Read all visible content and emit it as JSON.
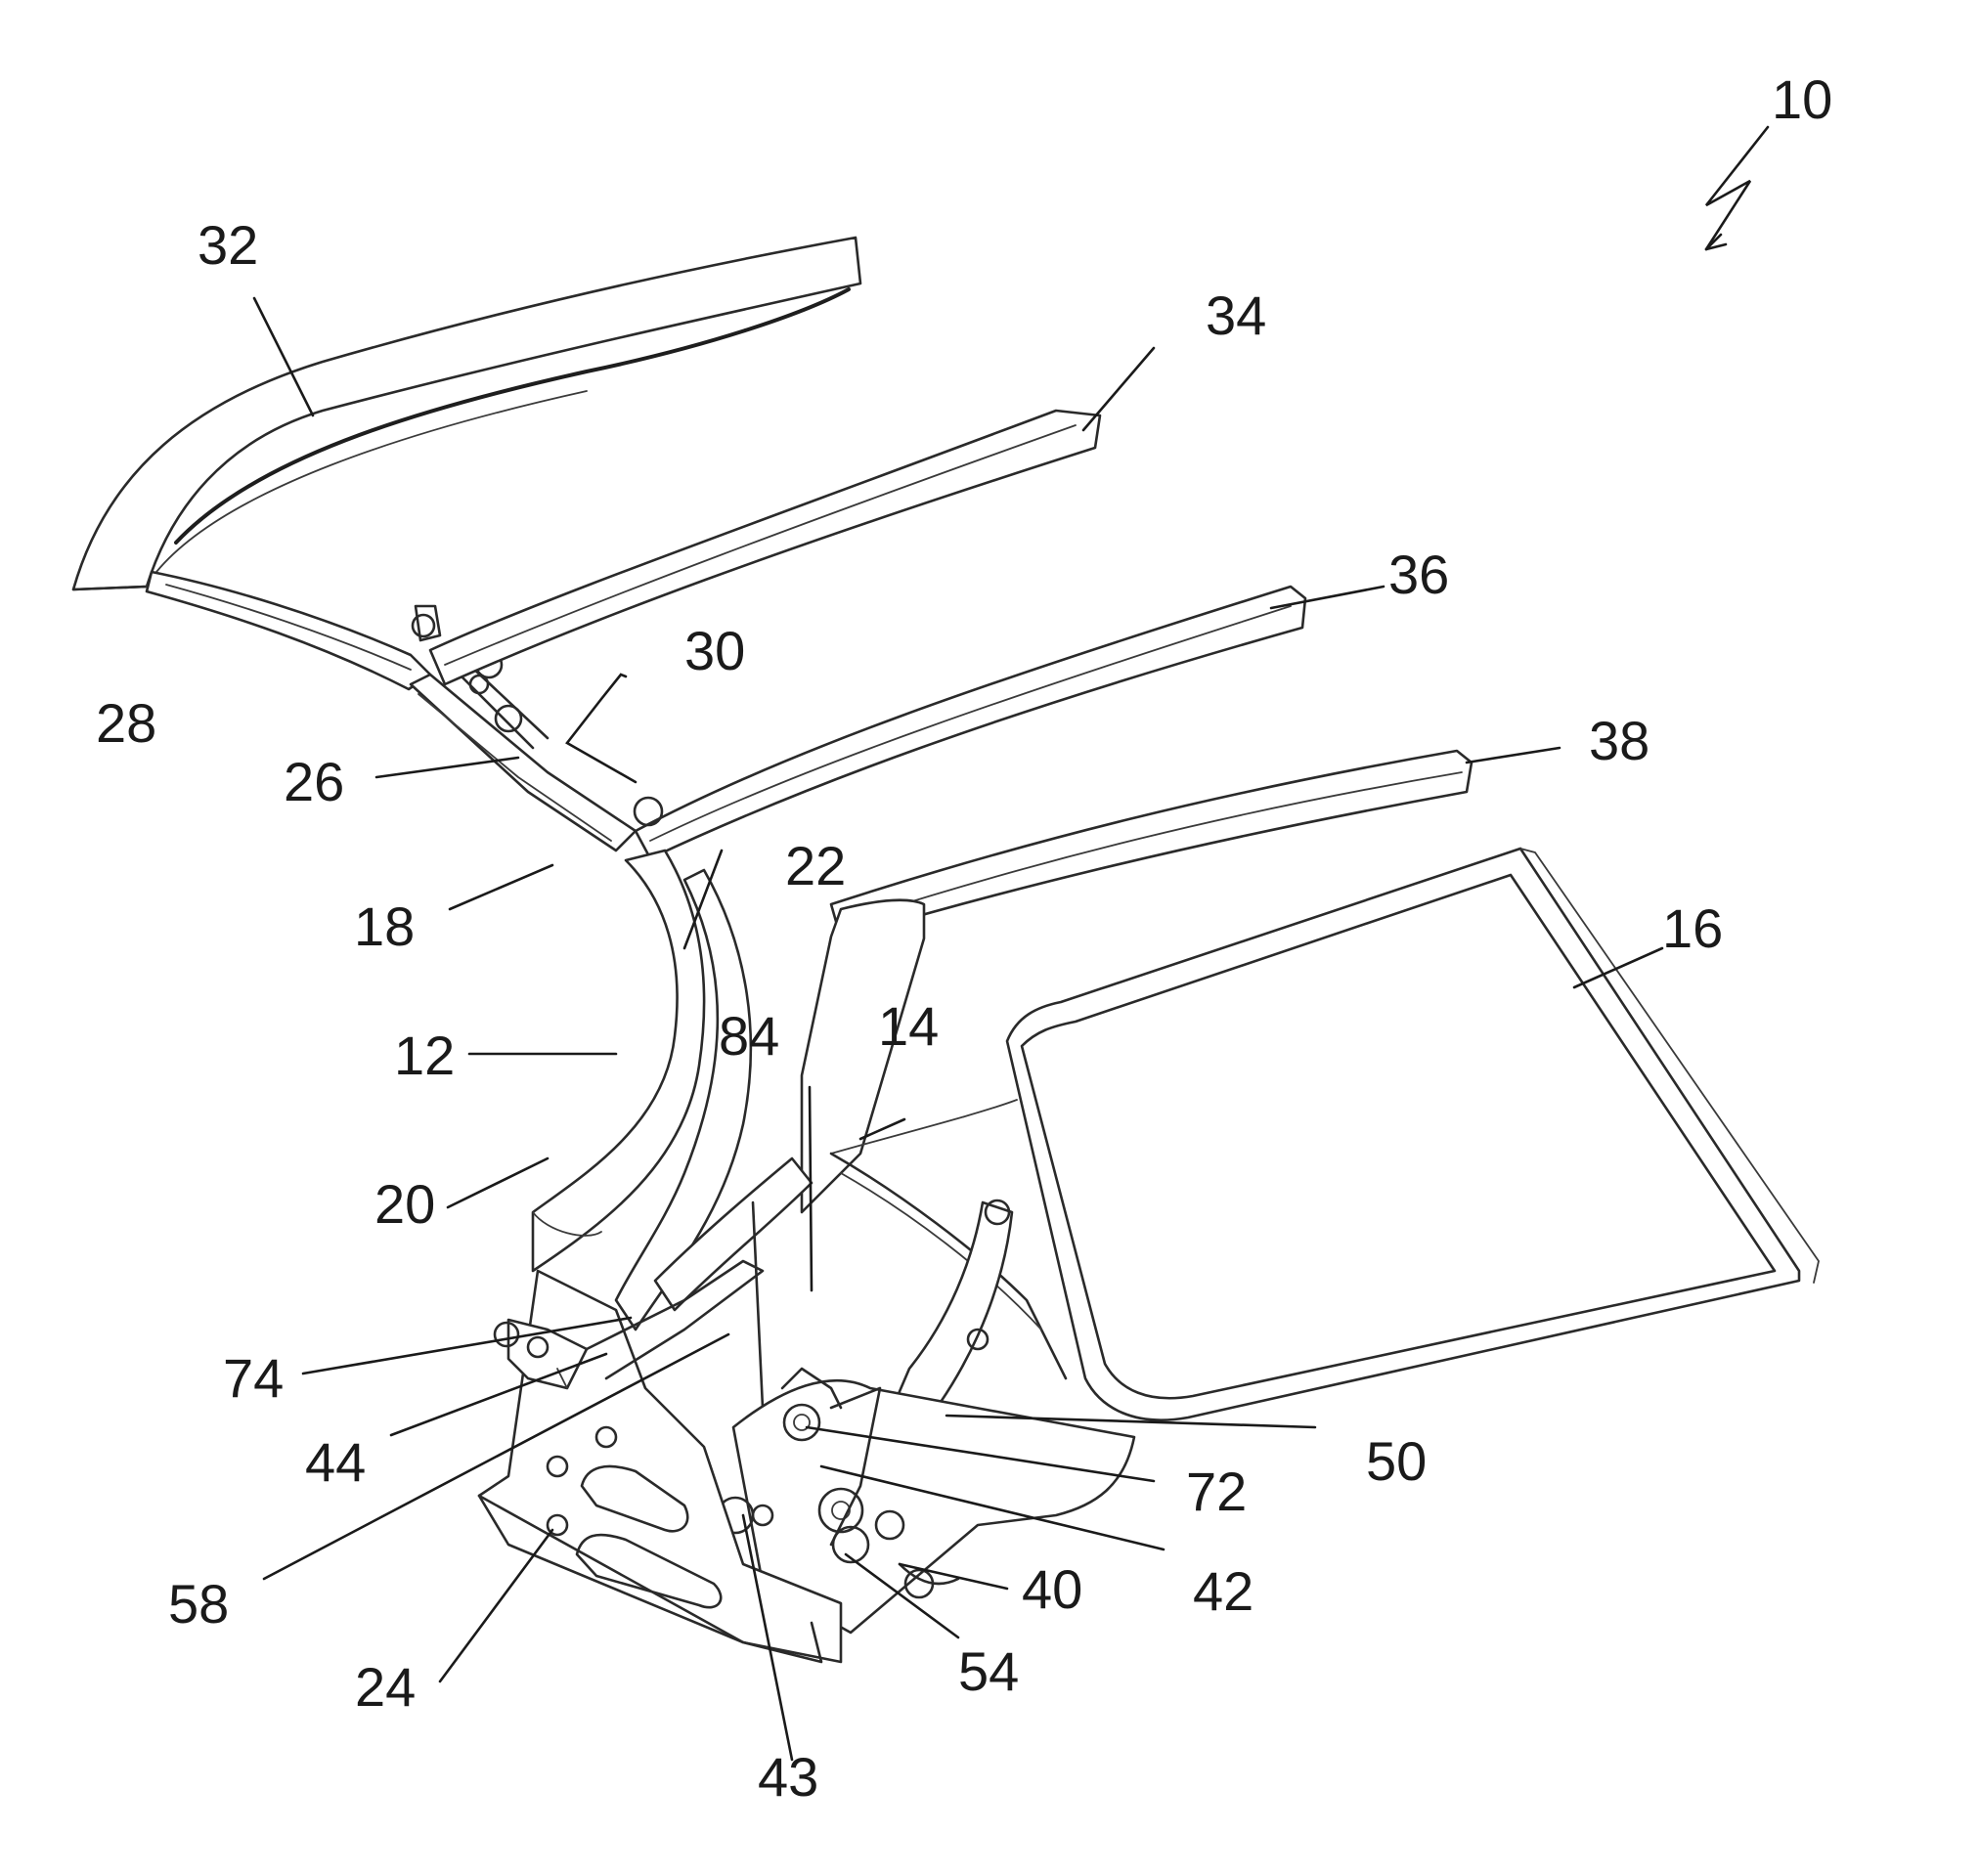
{
  "figure": {
    "reference_numerals": [
      {
        "key": "n10",
        "text": "10"
      },
      {
        "key": "n32",
        "text": "32"
      },
      {
        "key": "n34",
        "text": "34"
      },
      {
        "key": "n36",
        "text": "36"
      },
      {
        "key": "n30",
        "text": "30"
      },
      {
        "key": "n28",
        "text": "28"
      },
      {
        "key": "n26",
        "text": "26"
      },
      {
        "key": "n38",
        "text": "38"
      },
      {
        "key": "n22",
        "text": "22"
      },
      {
        "key": "n18",
        "text": "18"
      },
      {
        "key": "n16",
        "text": "16"
      },
      {
        "key": "n84",
        "text": "84"
      },
      {
        "key": "n14",
        "text": "14"
      },
      {
        "key": "n12",
        "text": "12"
      },
      {
        "key": "n20",
        "text": "20"
      },
      {
        "key": "n74",
        "text": "74"
      },
      {
        "key": "n44",
        "text": "44"
      },
      {
        "key": "n50",
        "text": "50"
      },
      {
        "key": "n72",
        "text": "72"
      },
      {
        "key": "n42",
        "text": "42"
      },
      {
        "key": "n58",
        "text": "58"
      },
      {
        "key": "n40",
        "text": "40"
      },
      {
        "key": "n24",
        "text": "24"
      },
      {
        "key": "n54",
        "text": "54"
      },
      {
        "key": "n43",
        "text": "43"
      }
    ]
  }
}
